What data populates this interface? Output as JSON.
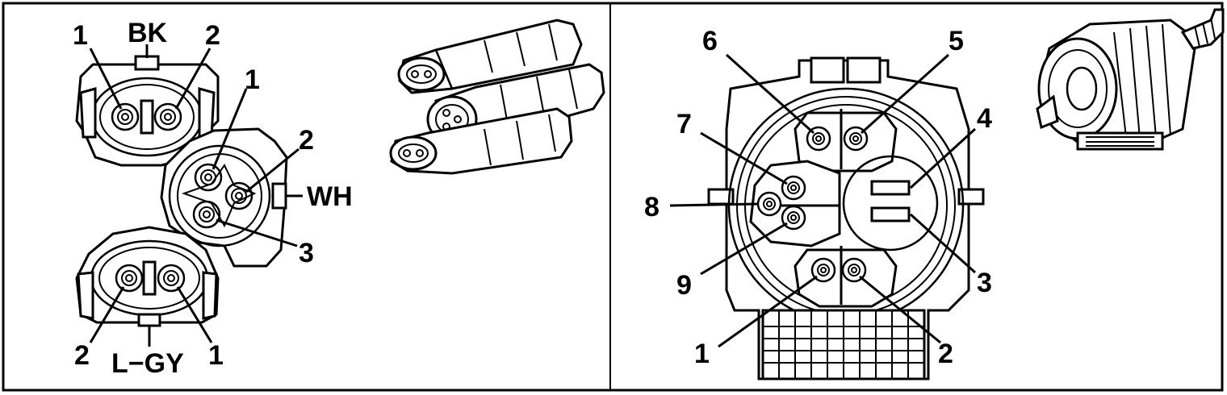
{
  "left_panel": {
    "bk_connector": {
      "color_label": "BK",
      "pin_a": "1",
      "pin_b": "2"
    },
    "wh_connector": {
      "color_label": "WH",
      "pin_a": "1",
      "pin_b": "2",
      "pin_c": "3"
    },
    "lgy_connector": {
      "color_label": "L−GY",
      "pin_a": "2",
      "pin_b": "1"
    }
  },
  "right_panel": {
    "pins": [
      "6",
      "5",
      "7",
      "4",
      "8",
      "3",
      "9",
      "1",
      "2"
    ]
  }
}
